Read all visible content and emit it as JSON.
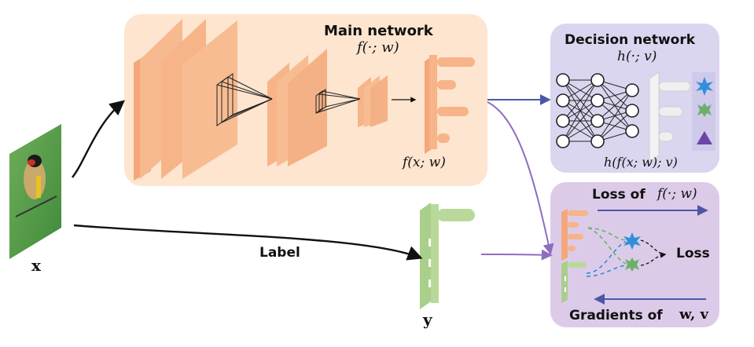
{
  "input_label": "x",
  "label_text": "Label",
  "y_label": "y",
  "main_network": {
    "title": "Main network",
    "formula": "f(·; w)",
    "output": "f(x; w)"
  },
  "decision_network": {
    "title": "Decision network",
    "formula": "h(·; v)",
    "output": "h(f(x; w); v)"
  },
  "loss_box": {
    "loss_of": "Loss of",
    "loss_formula": "f(·; w)",
    "loss": "Loss",
    "gradients_of": "Gradients of",
    "gradients_formula": "w, v"
  },
  "colors": {
    "main_bg": "#fde5cf",
    "layer": "#f6b488",
    "decision_bg": "#dad6ef",
    "loss_bg": "#dccbe8",
    "label_green": "#b9d99a",
    "arrow_blue": "#4b57a6",
    "arrow_purple": "#a384c7"
  },
  "icons": [
    "bird-image",
    "star-icon",
    "cross-icon",
    "triangle-icon"
  ]
}
